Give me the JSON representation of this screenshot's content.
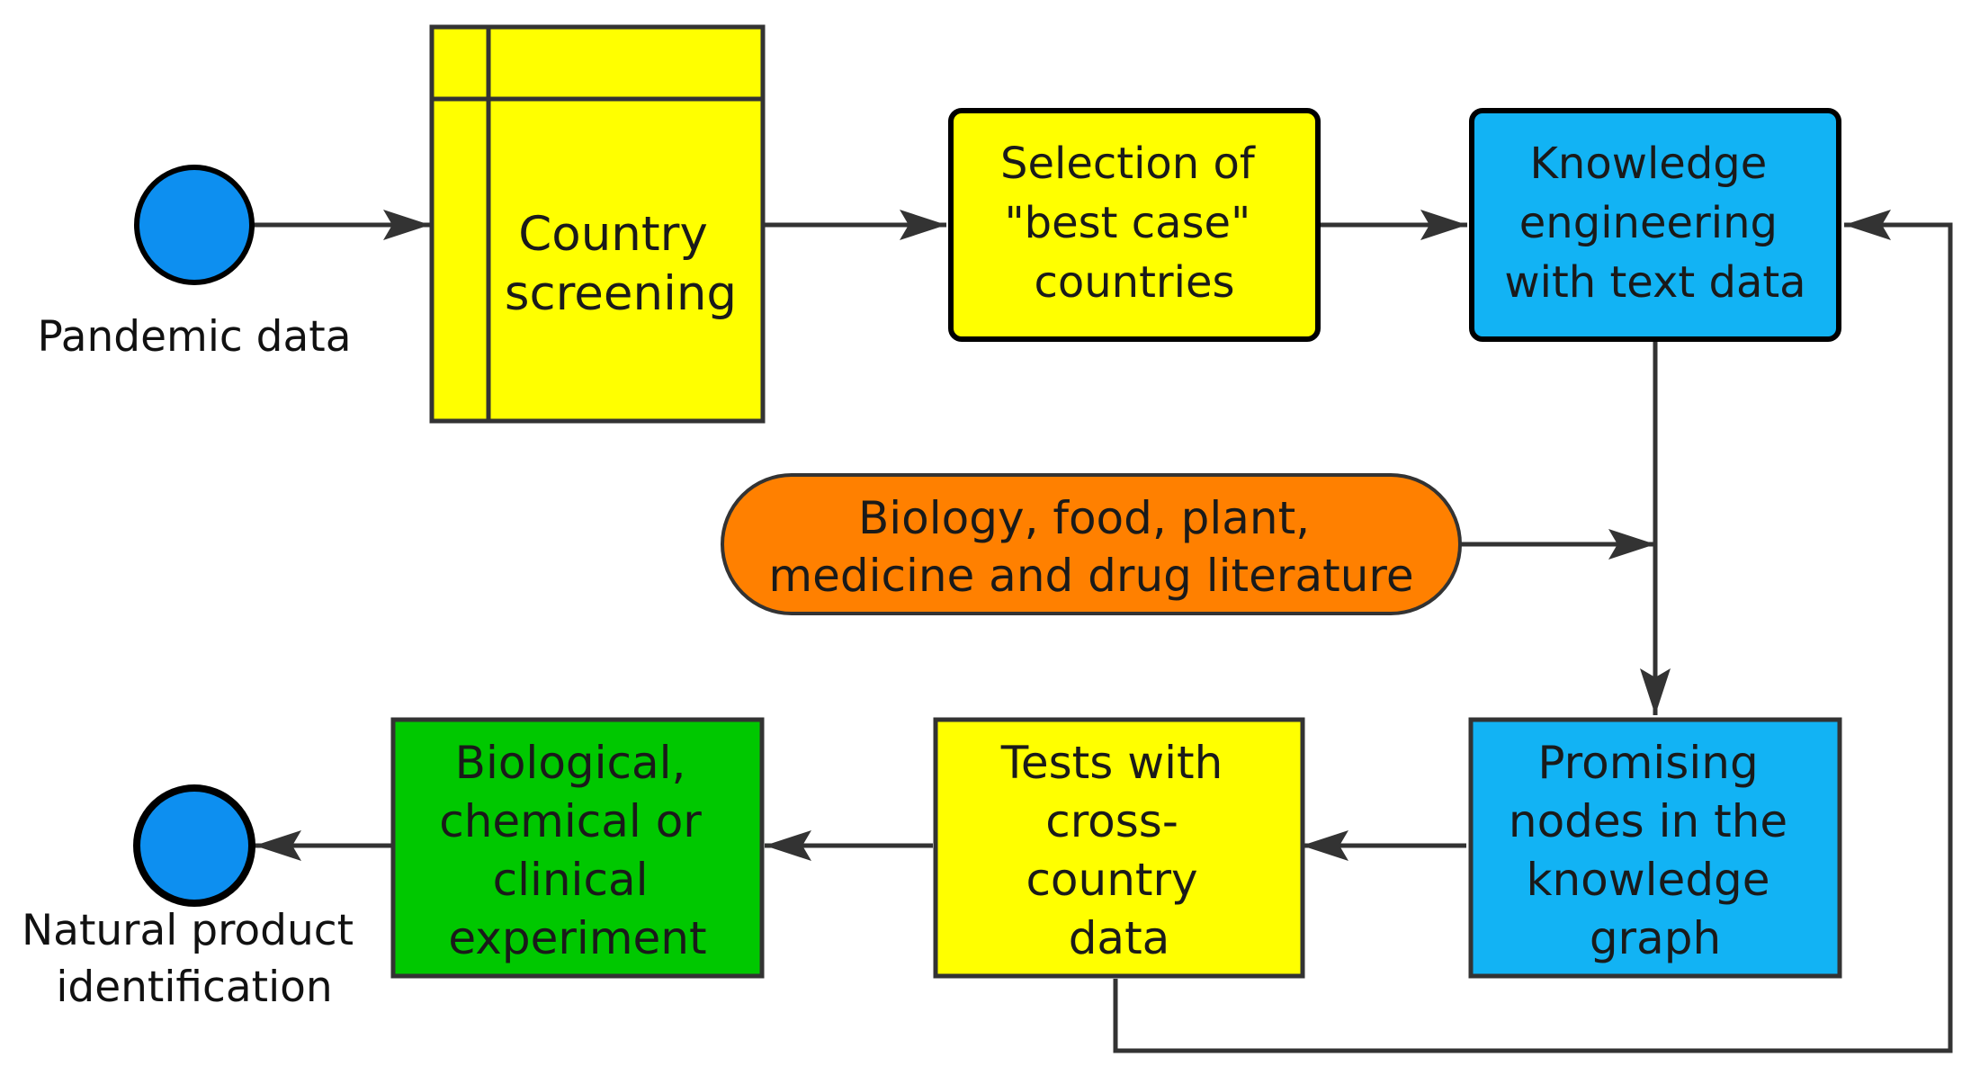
{
  "colors": {
    "yellow": "#ffff00",
    "blue": "#12b3f4",
    "circle_blue": "#0d8ff0",
    "orange": "#ff8000",
    "green": "#00c800",
    "stroke": "#333333"
  },
  "nodes": {
    "start": {
      "label": "Pandemic data"
    },
    "country_screening": {
      "lines": [
        "Country",
        "screening"
      ]
    },
    "best_case": {
      "lines": [
        "Selection of",
        "\"best case\"",
        "countries"
      ]
    },
    "knowledge_eng": {
      "lines": [
        "Knowledge",
        "engineering",
        "with text data"
      ]
    },
    "literature": {
      "lines": [
        "Biology, food, plant,",
        "medicine and drug literature"
      ]
    },
    "promising": {
      "lines": [
        "Promising",
        "nodes in the",
        "knowledge",
        "graph"
      ]
    },
    "tests": {
      "lines": [
        "Tests with",
        "cross-",
        "country",
        "data"
      ]
    },
    "experiment": {
      "lines": [
        "Biological,",
        "chemical or",
        "clinical",
        "experiment"
      ]
    },
    "end": {
      "lines": [
        "Natural product",
        "identification"
      ]
    }
  }
}
